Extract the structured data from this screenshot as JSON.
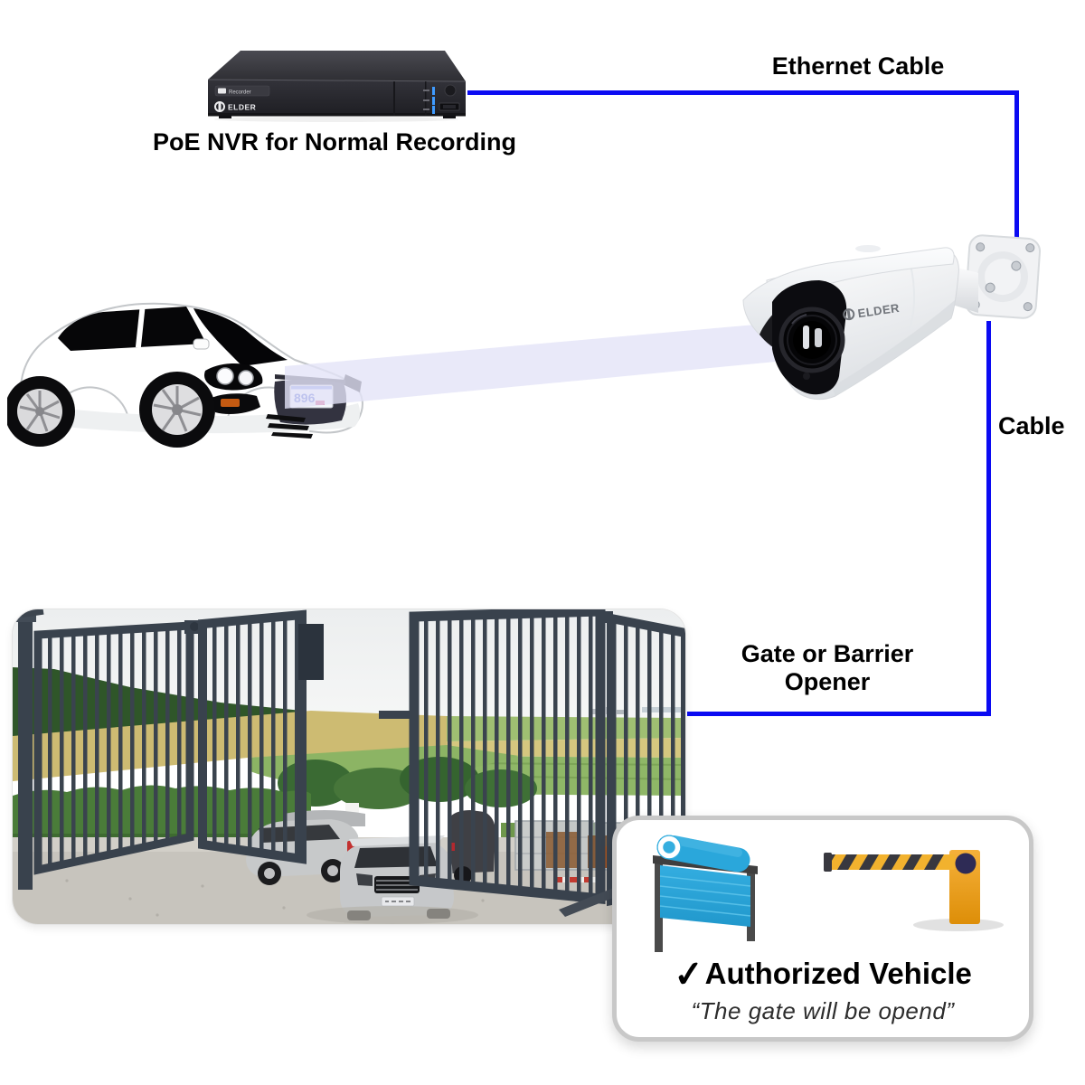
{
  "nvr": {
    "caption": "PoE NVR for Normal Recording",
    "brand": "ELDER",
    "badge": "Recorder"
  },
  "camera": {
    "brand": "ELDER"
  },
  "car": {
    "plate": "896"
  },
  "connections": {
    "ethernet": "Ethernet Cable",
    "cable": "Cable",
    "opener": "Gate or Barrier Opener",
    "line_color": "#0b0bf2"
  },
  "card": {
    "check": "✓",
    "title": "Authorized Vehicle",
    "subtitle": "“The gate will be opend”"
  },
  "colors": {
    "door_cyan": "#29A7DC",
    "barrier_yellow": "#F0A42B",
    "gate_metal": "#39424D",
    "beam": "#E3E3F8"
  }
}
